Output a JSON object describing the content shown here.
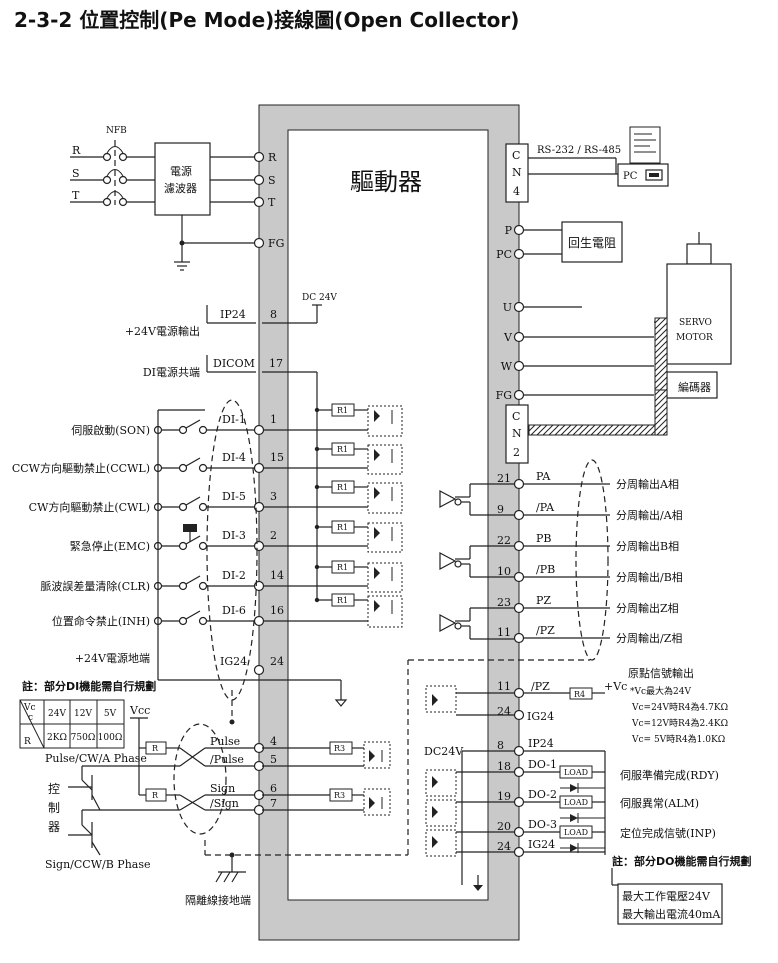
{
  "title": "2-3-2 位置控制(Pe Mode)接線圖(Open Collector)",
  "driver_label": "驅動器",
  "nfb": "NFB",
  "power_phases": [
    "R",
    "S",
    "T"
  ],
  "filter_label": [
    "電源",
    "濾波器"
  ],
  "power_terminals": [
    "R",
    "S",
    "T",
    "FG"
  ],
  "cn4": [
    "C",
    "N",
    "4"
  ],
  "cn2": [
    "C",
    "N",
    "2"
  ],
  "comm_label": "RS-232 / RS-485",
  "pc_label": "PC",
  "regen_terminals": [
    "P",
    "PC"
  ],
  "regen_label": "回生電阻",
  "motor_terminals": [
    "U",
    "V",
    "W",
    "FG"
  ],
  "motor_label": [
    "SERVO",
    "MOTOR"
  ],
  "encoder_label": "編碼器",
  "dc24v_top": "DC 24V",
  "ip24": {
    "name": "IP24",
    "pin": "8",
    "desc": "+24V電源輸出"
  },
  "dicom": {
    "name": "DICOM",
    "pin": "17",
    "desc": "DI電源共端"
  },
  "di_rows": [
    {
      "name": "DI-1",
      "pin": "1",
      "desc": "伺服啟動(SON)"
    },
    {
      "name": "DI-4",
      "pin": "15",
      "desc": "CCW方向驅動禁止(CCWL)"
    },
    {
      "name": "DI-5",
      "pin": "3",
      "desc": "CW方向驅動禁止(CWL)"
    },
    {
      "name": "DI-3",
      "pin": "2",
      "desc": "緊急停止(EMC)"
    },
    {
      "name": "DI-2",
      "pin": "14",
      "desc": "脈波誤差量清除(CLR)"
    },
    {
      "name": "DI-6",
      "pin": "16",
      "desc": "位置命令禁止(INH)"
    }
  ],
  "r1_label": "R1",
  "ig24_left": {
    "name": "IG24",
    "pin": "24",
    "desc": "+24V電源地端"
  },
  "note_di": "註：部分DI機能需自行規劃",
  "vcc_table": {
    "vc_label": "Vc",
    "vc_sub": "c",
    "r_label": "R",
    "voltages": [
      "24V",
      "12V",
      "5V"
    ],
    "resistances": [
      "2KΩ",
      "750Ω",
      "100Ω"
    ]
  },
  "vcc_label": "Vcc",
  "pulse_phase": "Pulse/CW/A Phase",
  "sign_phase": "Sign/CCW/B Phase",
  "control_chars": [
    "控",
    "制",
    "器"
  ],
  "r_small": "R",
  "pulse_pins": [
    {
      "name": "Pulse",
      "pin": "4"
    },
    {
      "name": "/Pulse",
      "pin": "5"
    },
    {
      "name": "Sign",
      "pin": "6"
    },
    {
      "name": "/Sign",
      "pin": "7"
    }
  ],
  "r3_label": "R3",
  "shield_ground": "隔離線接地端",
  "encoder_outputs": [
    {
      "name": "PA",
      "pin": "21",
      "desc": "分周輸出A相"
    },
    {
      "name": "/PA",
      "pin": "9",
      "desc": "分周輸出/A相"
    },
    {
      "name": "PB",
      "pin": "22",
      "desc": "分周輸出B相"
    },
    {
      "name": "/PB",
      "pin": "10",
      "desc": "分周輸出/B相"
    },
    {
      "name": "PZ",
      "pin": "23",
      "desc": "分周輸出Z相"
    },
    {
      "name": "/PZ",
      "pin": "11",
      "desc": "分周輸出/Z相"
    }
  ],
  "origin": {
    "title": "原點信號輸出",
    "pin_pz": "11",
    "name_pz": "/PZ",
    "pin_ig": "24",
    "name_ig": "IG24",
    "r4": "R4",
    "vc": "+Vc",
    "notes": [
      "*Vc最大為24V",
      "Vc=24V時R4為4.7KΩ",
      "Vc=12V時R4為2.4KΩ",
      "Vc= 5V時R4為1.0KΩ"
    ]
  },
  "dc24v_do": "DC24V",
  "do_pins": [
    {
      "name": "IP24",
      "pin": "8"
    },
    {
      "name": "DO-1",
      "pin": "18"
    },
    {
      "name": "DO-2",
      "pin": "19"
    },
    {
      "name": "DO-3",
      "pin": "20"
    },
    {
      "name": "IG24",
      "pin": "24"
    }
  ],
  "load_label": "LOAD",
  "do_descs": [
    "伺服準備完成(RDY)",
    "伺服異常(ALM)",
    "定位完成信號(INP)"
  ],
  "note_do": "註：部分DO機能需自行規劃",
  "max_notes": [
    "最大工作電壓24V",
    "最大輸出電流40mA"
  ]
}
